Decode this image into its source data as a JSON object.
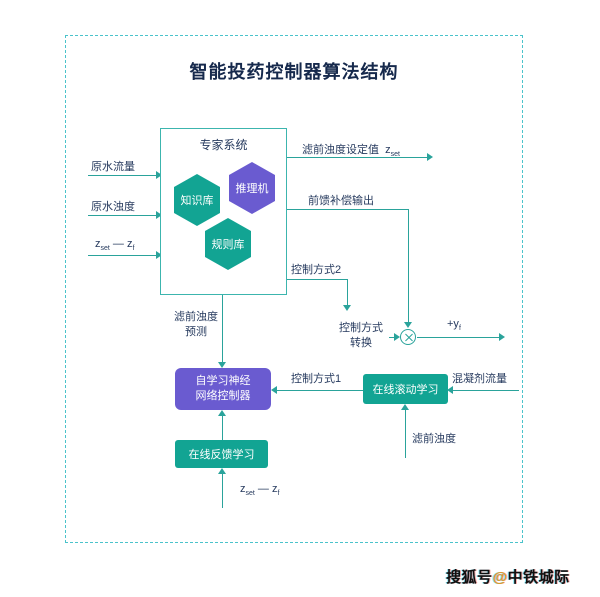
{
  "title": "智能投药控制器算法结构",
  "colors": {
    "teal": "#12a493",
    "purple": "#6a5bd0",
    "line": "#2aa39b",
    "navy": "#263a5e",
    "frame_dash": "#4ac3cb"
  },
  "expert": {
    "label": "专家系统",
    "knowledge": "知识库",
    "inference": "推理机",
    "rules": "规则库"
  },
  "inputs": {
    "raw_flow": "原水流量",
    "raw_turbidity": "原水浊度"
  },
  "error_signal": {
    "base1": "z",
    "sub1": "set",
    "dash": " — ",
    "base2": "z",
    "sub2": "f"
  },
  "outputs": {
    "setpoint_text": "滤前浊度设定值",
    "setpoint_var": "z",
    "setpoint_sub": "set",
    "feedforward": "前馈补偿输出",
    "mode2": "控制方式2"
  },
  "mid": {
    "prediction_line1": "滤前浊度",
    "prediction_line2": "预测",
    "switch_line1": "控制方式",
    "switch_line2": "转换",
    "mode1": "控制方式1",
    "plus_y": "+y",
    "plus_y_sub": "f"
  },
  "boxes": {
    "neural_line1": "自学习神经",
    "neural_line2": "网络控制器",
    "rolling": "在线滚动学习",
    "feedback": "在线反馈学习"
  },
  "right": {
    "coagulant": "混凝剂流量",
    "prefilter": "滤前浊度"
  },
  "watermark": {
    "part1": "搜狐号",
    "at": "@",
    "part2": "中铁城际"
  }
}
